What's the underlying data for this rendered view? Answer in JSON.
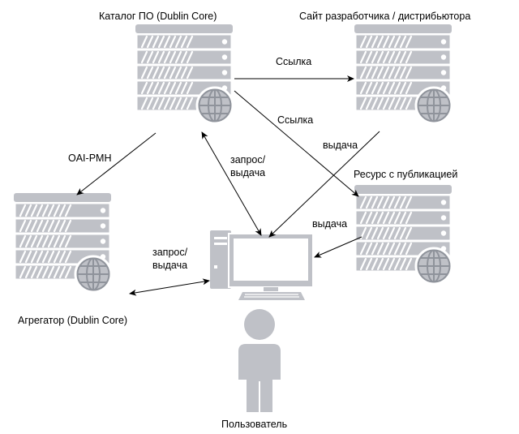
{
  "nodes": {
    "catalog": {
      "label": "Каталог ПО (Dublin Core)"
    },
    "developer_site": {
      "label": "Сайт разработчика / дистрибьютора"
    },
    "publication_resource": {
      "label": "Ресурс с публикацией"
    },
    "aggregator": {
      "label": "Агрегатор (Dublin Core)"
    },
    "user": {
      "label": "Пользователь"
    }
  },
  "edges": {
    "catalog_to_developer": {
      "label": "Ссылка"
    },
    "catalog_to_publication": {
      "label": "Ссылка"
    },
    "catalog_to_aggregator": {
      "label": "OAI-PMH"
    },
    "catalog_user": {
      "label_line1": "запрос/",
      "label_line2": "выдача"
    },
    "developer_to_user": {
      "label": "выдача"
    },
    "publication_to_user": {
      "label": "выдача"
    },
    "aggregator_user": {
      "label_line1": "запрос/",
      "label_line2": "выдача"
    }
  },
  "colors": {
    "server_fill": "#bfc1c7",
    "server_dark": "#8f939b",
    "globe_fill": "#bfc1c7",
    "globe_stroke": "#8f939b",
    "line": "#000000"
  }
}
